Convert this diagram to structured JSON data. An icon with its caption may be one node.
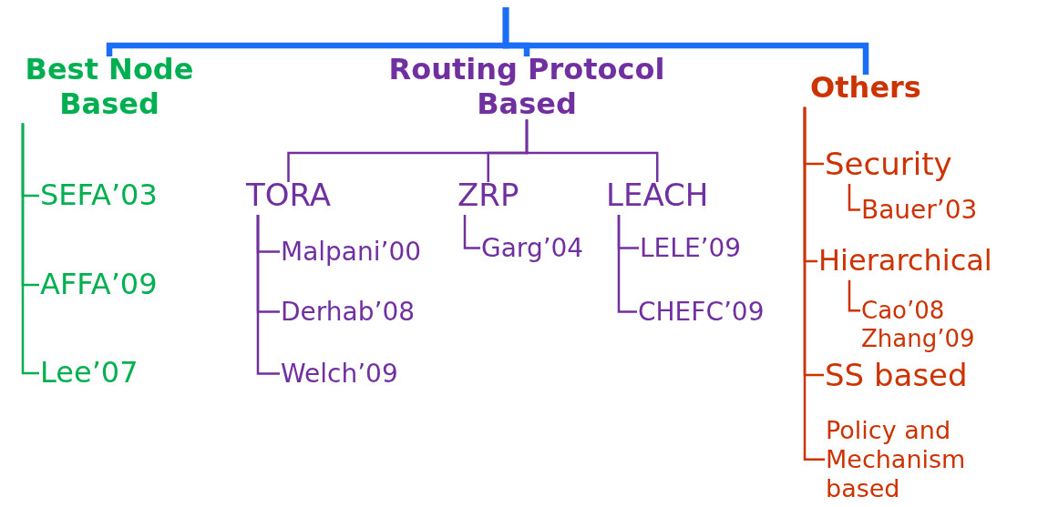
{
  "diagram": {
    "nodes": [
      {
        "text": [
          "Best Node Based"
        ]
      },
      {
        "text": [
          "Routing Protocol Based"
        ]
      },
      {
        "text": [
          "Others"
        ]
      },
      {
        "text": [
          "SEFA’03"
        ]
      },
      {
        "text": [
          "AFFA’09"
        ]
      },
      {
        "text": [
          "Lee’07"
        ]
      },
      {
        "text": [
          "TORA"
        ]
      },
      {
        "text": [
          "ZRP"
        ]
      },
      {
        "text": [
          "LEACH"
        ]
      },
      {
        "text": [
          "Malpani’00"
        ]
      },
      {
        "text": [
          "Derhab’08"
        ]
      },
      {
        "text": [
          "Welch’09"
        ]
      },
      {
        "text": [
          "Garg’04"
        ]
      },
      {
        "text": [
          "LELE’09"
        ]
      },
      {
        "text": [
          "CHEFC’09"
        ]
      },
      {
        "text": [
          "Security"
        ]
      },
      {
        "text": [
          "Bauer’03"
        ]
      },
      {
        "text": [
          "Hierarchical"
        ]
      },
      {
        "text": [
          "Cao’08",
          "Zhang’09"
        ]
      },
      {
        "text": [
          "SS based"
        ]
      },
      {
        "text": [
          "Policy and Mechanism based"
        ]
      }
    ],
    "edges": [
      {
        "from": null,
        "to": 0,
        "arrow": "none",
        "style": "thick",
        "color": "#1a6ef5"
      },
      {
        "from": null,
        "to": 1,
        "arrow": "none",
        "style": "thick",
        "color": "#1a6ef5"
      },
      {
        "from": null,
        "to": 2,
        "arrow": "none",
        "style": "thick",
        "color": "#1a6ef5"
      },
      {
        "from": 0,
        "to": 3,
        "arrow": "none",
        "color": "#00b050"
      },
      {
        "from": 0,
        "to": 4,
        "arrow": "none",
        "color": "#00b050"
      },
      {
        "from": 0,
        "to": 5,
        "arrow": "none",
        "color": "#00b050"
      },
      {
        "from": 1,
        "to": 6,
        "arrow": "none"
      },
      {
        "from": 1,
        "to": 7,
        "arrow": "none"
      },
      {
        "from": 1,
        "to": 8,
        "arrow": "none"
      },
      {
        "from": 6,
        "to": 9,
        "arrow": "none"
      },
      {
        "from": 6,
        "to": 10,
        "arrow": "none"
      },
      {
        "from": 6,
        "to": 11,
        "arrow": "none"
      },
      {
        "from": 7,
        "to": 12,
        "arrow": "none"
      },
      {
        "from": 8,
        "to": 13,
        "arrow": "none"
      },
      {
        "from": 8,
        "to": 14,
        "arrow": "none"
      },
      {
        "from": 2,
        "to": 15,
        "arrow": "none",
        "color": "#cc3300"
      },
      {
        "from": 15,
        "to": 16,
        "arrow": "none",
        "color": "#cc3300"
      },
      {
        "from": 2,
        "to": 17,
        "arrow": "none",
        "color": "#cc3300"
      },
      {
        "from": 17,
        "to": 18,
        "arrow": "none",
        "color": "#cc3300"
      },
      {
        "from": 2,
        "to": 19,
        "arrow": "none",
        "color": "#cc3300"
      },
      {
        "from": 2,
        "to": 20,
        "arrow": "none",
        "color": "#cc3300"
      }
    ]
  }
}
